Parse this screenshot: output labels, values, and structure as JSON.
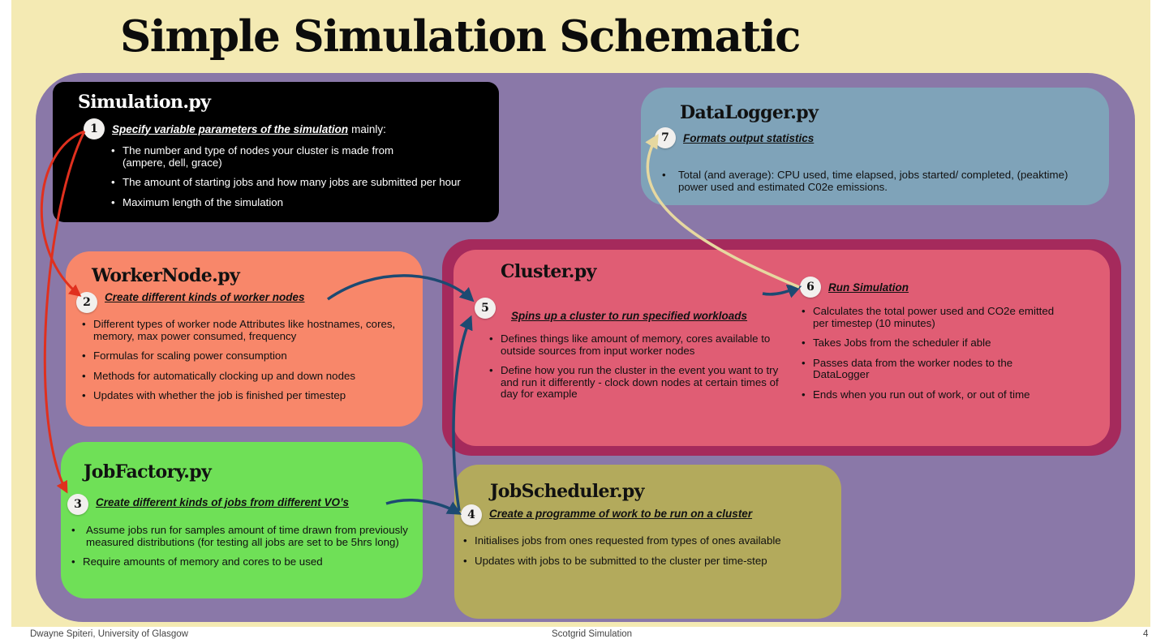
{
  "title": "Simple Simulation Schematic",
  "boxes": {
    "simulation": {
      "name": "Simulation.py",
      "step_num": "1",
      "step_label": "Specify variable parameters of the simulation",
      "step_suffix": "mainly:",
      "bullets": [
        "The number and type of nodes your cluster is made from (ampere, dell, grace)",
        "The amount of starting jobs and how many jobs are submitted per hour",
        "Maximum length of the simulation"
      ]
    },
    "workernode": {
      "name": "WorkerNode.py",
      "step_num": "2",
      "step_label": "Create different kinds of worker nodes",
      "bullets": [
        "Different types of worker node Attributes like hostnames, cores, memory, max power consumed, frequency",
        "Formulas for scaling power consumption",
        "Methods for automatically clocking up and down nodes",
        "Updates with whether the job is finished per timestep"
      ]
    },
    "jobfactory": {
      "name": "JobFactory.py",
      "step_num": "3",
      "step_label": "Create different kinds of jobs from different VO’s",
      "bullets": [
        "Assume jobs run for samples amount of time drawn from previously measured distributions (for testing all jobs are set to be 5hrs long)",
        "Require amounts of memory and cores to be used"
      ]
    },
    "jobscheduler": {
      "name": "JobScheduler.py",
      "step_num": "4",
      "step_label": "Create a programme of work to be run on a cluster",
      "bullets": [
        "Initialises jobs from ones requested from types of ones available",
        "Updates with jobs to be submitted to the cluster per time-step"
      ]
    },
    "cluster": {
      "name": "Cluster.py",
      "step_num": "5",
      "step_label": "Spins up a cluster to run specified workloads",
      "bullets": [
        "Defines things like amount of memory, cores available to outside sources from input worker nodes",
        "Define how you run the cluster in the event you want to try and run it differently - clock down nodes at certain times of day for example"
      ],
      "step6_num": "6",
      "step6_label": "Run Simulation",
      "step6_bullets": [
        "Calculates the total power used and CO2e emitted per timestep (10 minutes)",
        "Takes Jobs from the scheduler if able",
        "Passes data from the worker nodes to the DataLogger",
        "Ends when you run out of work, or out of time"
      ]
    },
    "datalogger": {
      "name": "DataLogger.py",
      "step_num": "7",
      "step_label": "Formats output statistics",
      "bullets": [
        "Total (and average): CPU used, time elapsed, jobs started/ completed, (peaktime) power used and estimated C02e emissions."
      ]
    }
  },
  "colors": {
    "slide_bg": "#f4eab3",
    "panel": "#8a78a8",
    "simulation": "#000000",
    "workernode": "#f8876a",
    "jobfactory": "#6fe057",
    "jobscheduler": "#b3aa5c",
    "cluster_outer": "#a52a5c",
    "cluster_inner": "#e05d74",
    "datalogger": "#7fa3b9",
    "arrow_red": "#e0301e",
    "arrow_blue": "#1d4a72",
    "arrow_tan": "#e6d8a0"
  },
  "footer": {
    "left": "Dwayne Spiteri, University of Glasgow",
    "center": "Scotgrid Simulation",
    "right": "4"
  }
}
